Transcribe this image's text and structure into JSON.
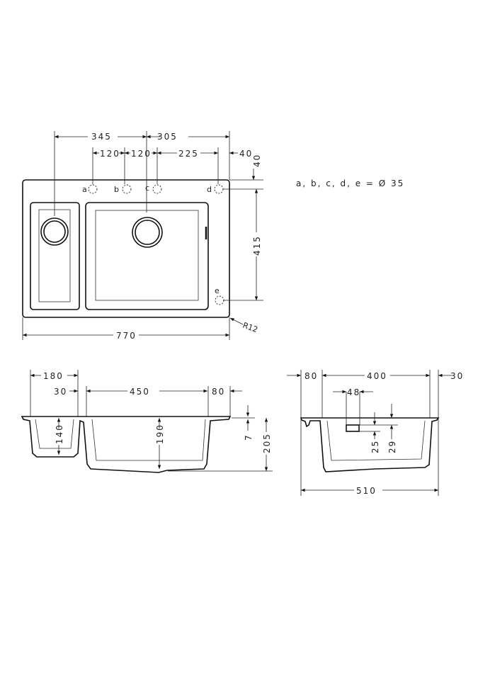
{
  "top_view": {
    "dims": {
      "d345": "345",
      "d305": "305",
      "d120a": "120",
      "d120b": "120",
      "d225": "225",
      "d40h": "40",
      "d40v": "40",
      "d415": "415",
      "d770": "770",
      "radius": "R12"
    },
    "hole_labels": {
      "a": "a",
      "b": "b",
      "c": "c",
      "d": "d",
      "e": "e"
    },
    "legend": "a, b, c, d, e = Ø 35"
  },
  "side_view_long": {
    "dims": {
      "d180": "180",
      "d30": "30",
      "d450": "450",
      "d80": "80",
      "d140": "140",
      "d190": "190",
      "d7": "7",
      "d205": "205"
    }
  },
  "side_view_cross": {
    "dims": {
      "d80": "80",
      "d400": "400",
      "d30": "30",
      "d48": "48",
      "d25": "25",
      "d29": "29",
      "d510": "510"
    }
  }
}
